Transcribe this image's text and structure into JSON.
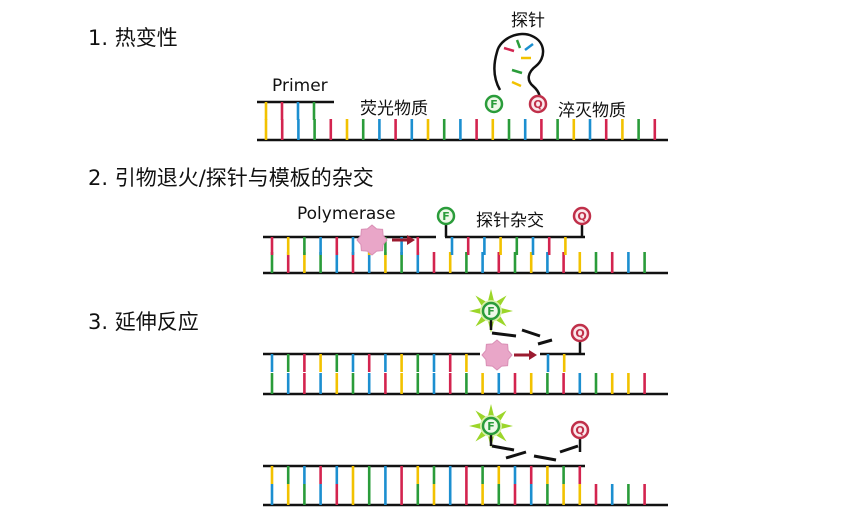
{
  "steps": [
    {
      "number": "1.",
      "title": "热变性"
    },
    {
      "number": "2.",
      "title": "引物退火/探针与模板的杂交"
    },
    {
      "number": "3.",
      "title": "延伸反应"
    }
  ],
  "labels": {
    "probe": "探针",
    "primer": "Primer",
    "fluorophore": "荧光物质",
    "quencher": "淬灭物质",
    "polymerase": "Polymerase",
    "probe_hybridization": "探针杂交"
  },
  "markers": {
    "fluorophore_letter": "F",
    "quencher_letter": "Q"
  },
  "colors": {
    "strand": "#111111",
    "base_palette": [
      "#f2c200",
      "#d3244f",
      "#1c8fd0",
      "#2a9c3a"
    ],
    "fluorophore": "#2a9c3a",
    "quencher": "#c0304a",
    "polymerase": "#e9a6c8",
    "arrow": "#9b1b30",
    "glow": "#9cd62a"
  }
}
